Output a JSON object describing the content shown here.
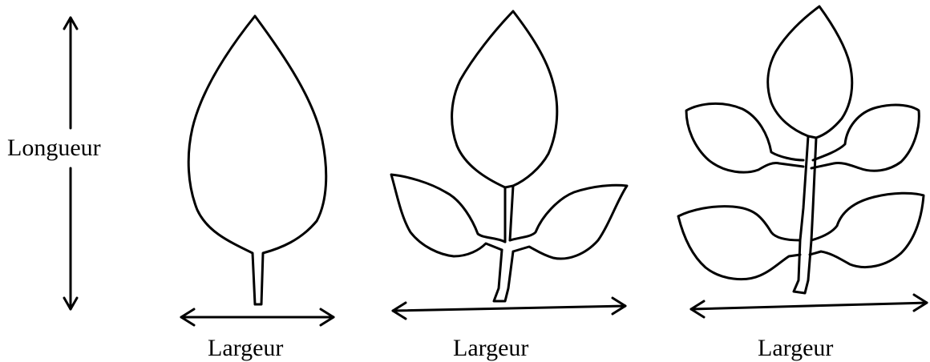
{
  "labels": {
    "length": "Longueur",
    "width_1": "Largeur",
    "width_2": "Largeur",
    "width_3": "Largeur"
  },
  "colors": {
    "line": "#000000",
    "background": "#ffffff"
  }
}
